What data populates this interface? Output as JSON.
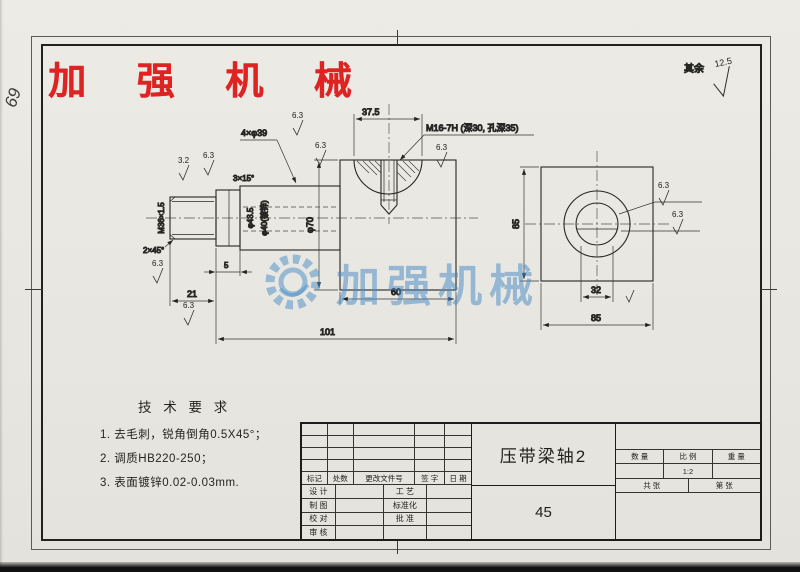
{
  "brand": {
    "header_text": "加 强 机 械",
    "watermark_text": "加强机械"
  },
  "margin_note": "69",
  "general_roughness": {
    "prefix": "其余",
    "value": "12.5"
  },
  "front_view": {
    "dim_37_5": "37.5",
    "thread_callout": "M16-7H (深30, 孔深35)",
    "hole_callout": "4×φ39",
    "rough_6_3": "6.3",
    "rough_3_2": "3.2",
    "chamfer_3x15": "3×15°",
    "thread_label": "M36×1.5",
    "chamfer_2x45": "2×45°",
    "dia_43_5": "φ43.5",
    "dia_40": "φ40(镀锌)",
    "dia_70": "φ70",
    "dim_21": "21",
    "dim_5": "5",
    "dim_60": "60",
    "dim_101": "101"
  },
  "side_view": {
    "dim_85_left": "85",
    "dim_85_bottom": "85",
    "dim_32": "32",
    "rough_6_3": "6.3"
  },
  "tech_requirements": {
    "title": "技 术 要 求",
    "items": [
      "1. 去毛刺，锐角倒角0.5X45°；",
      "2. 调质HB220-250；",
      "3. 表面镀锌0.02-0.03mm."
    ]
  },
  "titleblock": {
    "part_name": "压带梁轴2",
    "material": "45",
    "rev_header": [
      "标记",
      "处数",
      "更改文件号",
      "签 字",
      "日 期"
    ],
    "roles_left": [
      "设 计",
      "制 图",
      "校 对",
      "审 核"
    ],
    "roles_right": [
      "工 艺",
      "标准化",
      "批 准",
      ""
    ],
    "qty_header": [
      "数 量",
      "比 例",
      "重 量"
    ],
    "scale_value": "1:2",
    "sheet_total": "共  张",
    "sheet_no": "第  张"
  }
}
